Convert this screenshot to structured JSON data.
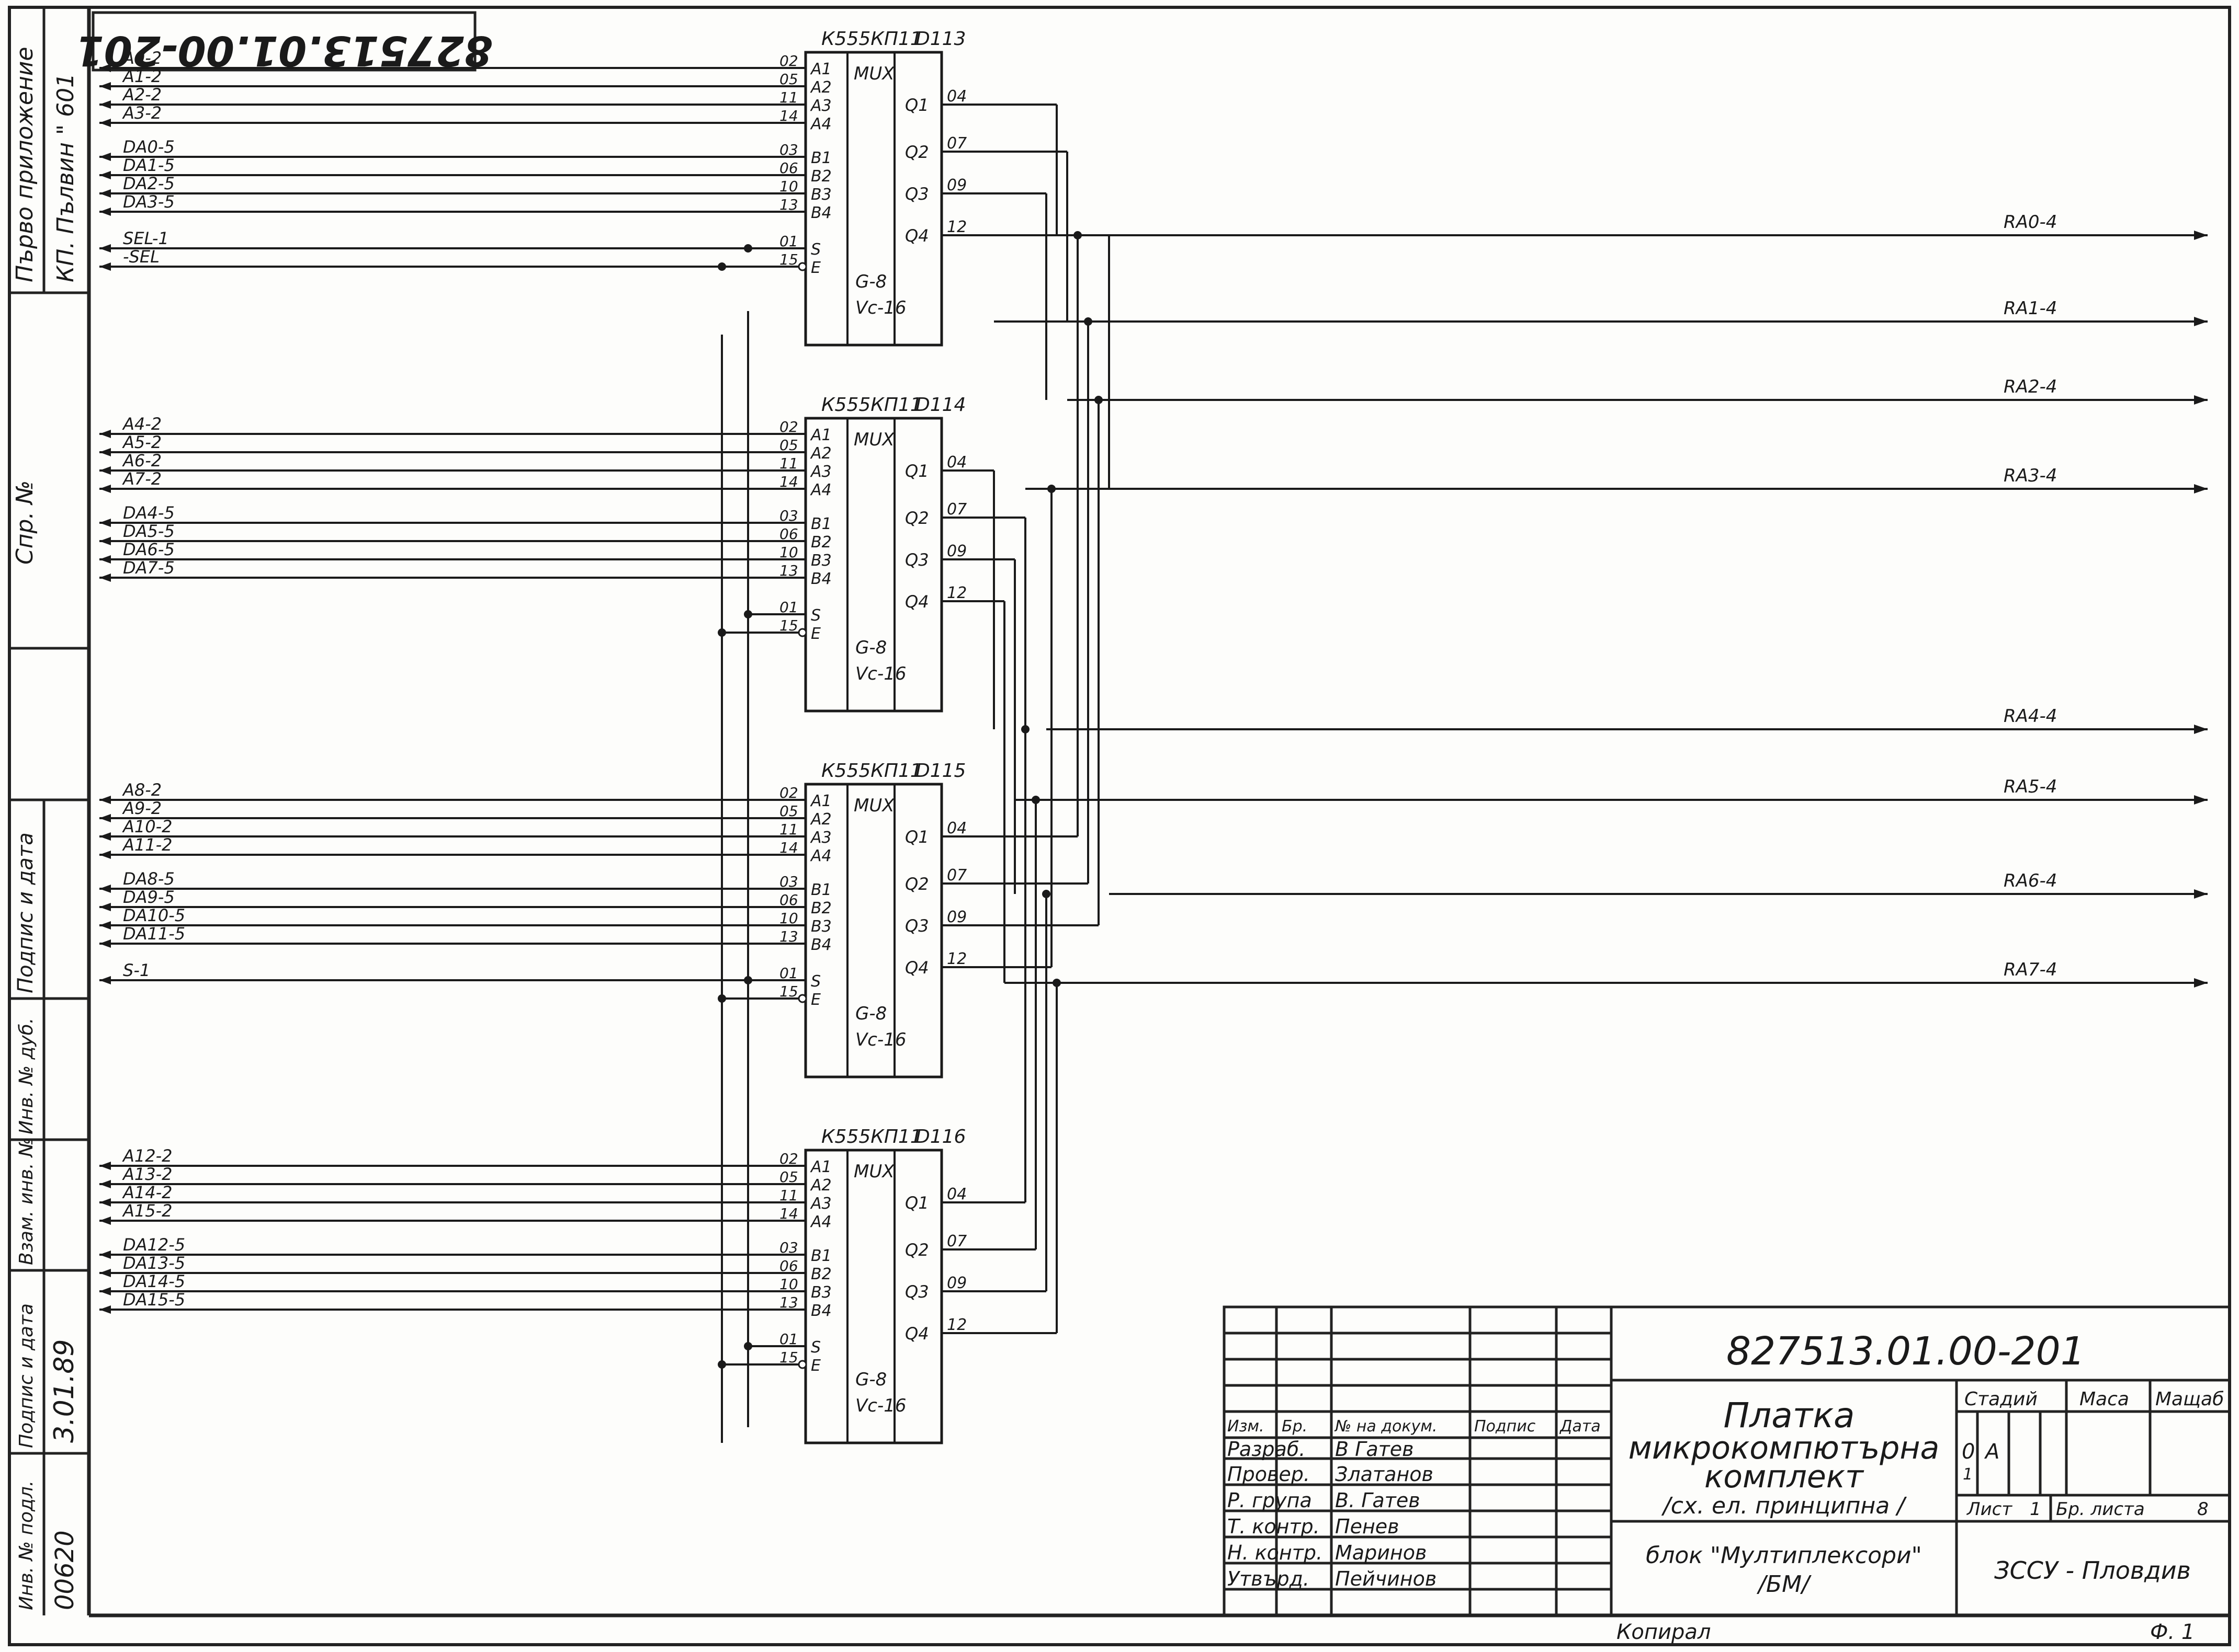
{
  "stamp": {
    "code_upside": "827513.01.00-201"
  },
  "side_strip": {
    "first_use": "Първо приложение",
    "first_use_value": "КП. Пълвин \" 601",
    "ref_no": "Спр. №",
    "sign_date": "Подпис и дата",
    "inv_no": "Инв. № дуб.",
    "replace_inv": "Взам. инв. №",
    "sign_date2": "Подпис и дата",
    "sign_date2_value": "3.01.89",
    "inv_orig": "Инв. № подл.",
    "inv_orig_value": "00620"
  },
  "chips": [
    {
      "type": "К555КП11",
      "ref": "D113",
      "func": "MUX",
      "inputs": [
        {
          "pin": "02",
          "name": "A1",
          "net": "A0-2"
        },
        {
          "pin": "05",
          "name": "A2",
          "net": "A1-2"
        },
        {
          "pin": "11",
          "name": "A3",
          "net": "A2-2"
        },
        {
          "pin": "14",
          "name": "A4",
          "net": "A3-2"
        },
        {
          "pin": "03",
          "name": "B1",
          "net": "DA0-5"
        },
        {
          "pin": "06",
          "name": "B2",
          "net": "DA1-5"
        },
        {
          "pin": "10",
          "name": "B3",
          "net": "DA2-5"
        },
        {
          "pin": "13",
          "name": "B4",
          "net": "DA3-5"
        },
        {
          "pin": "01",
          "name": "S",
          "net": "SEL-1"
        },
        {
          "pin": "15",
          "name": "E",
          "net": "-SEL"
        }
      ],
      "outputs": [
        {
          "pin": "04",
          "name": "Q1"
        },
        {
          "pin": "07",
          "name": "Q2"
        },
        {
          "pin": "09",
          "name": "Q3"
        },
        {
          "pin": "12",
          "name": "Q4"
        }
      ],
      "power": [
        "G-8",
        "Vc-16"
      ]
    },
    {
      "type": "К555КП11",
      "ref": "D114",
      "func": "MUX",
      "inputs": [
        {
          "pin": "02",
          "name": "A1",
          "net": "A4-2"
        },
        {
          "pin": "05",
          "name": "A2",
          "net": "A5-2"
        },
        {
          "pin": "11",
          "name": "A3",
          "net": "A6-2"
        },
        {
          "pin": "14",
          "name": "A4",
          "net": "A7-2"
        },
        {
          "pin": "03",
          "name": "B1",
          "net": "DA4-5"
        },
        {
          "pin": "06",
          "name": "B2",
          "net": "DA5-5"
        },
        {
          "pin": "10",
          "name": "B3",
          "net": "DA6-5"
        },
        {
          "pin": "13",
          "name": "B4",
          "net": "DA7-5"
        },
        {
          "pin": "01",
          "name": "S",
          "net": ""
        },
        {
          "pin": "15",
          "name": "E",
          "net": ""
        }
      ],
      "outputs": [
        {
          "pin": "04",
          "name": "Q1"
        },
        {
          "pin": "07",
          "name": "Q2"
        },
        {
          "pin": "09",
          "name": "Q3"
        },
        {
          "pin": "12",
          "name": "Q4"
        }
      ],
      "power": [
        "G-8",
        "Vc-16"
      ]
    },
    {
      "type": "К555КП11",
      "ref": "D115",
      "func": "MUX",
      "inputs": [
        {
          "pin": "02",
          "name": "A1",
          "net": "A8-2"
        },
        {
          "pin": "05",
          "name": "A2",
          "net": "A9-2"
        },
        {
          "pin": "11",
          "name": "A3",
          "net": "A10-2"
        },
        {
          "pin": "14",
          "name": "A4",
          "net": "A11-2"
        },
        {
          "pin": "03",
          "name": "B1",
          "net": "DA8-5"
        },
        {
          "pin": "06",
          "name": "B2",
          "net": "DA9-5"
        },
        {
          "pin": "10",
          "name": "B3",
          "net": "DA10-5"
        },
        {
          "pin": "13",
          "name": "B4",
          "net": "DA11-5"
        },
        {
          "pin": "01",
          "name": "S",
          "net": "S-1"
        },
        {
          "pin": "15",
          "name": "E",
          "net": ""
        }
      ],
      "outputs": [
        {
          "pin": "04",
          "name": "Q1"
        },
        {
          "pin": "07",
          "name": "Q2"
        },
        {
          "pin": "09",
          "name": "Q3"
        },
        {
          "pin": "12",
          "name": "Q4"
        }
      ],
      "power": [
        "G-8",
        "Vc-16"
      ]
    },
    {
      "type": "К555КП11",
      "ref": "D116",
      "func": "MUX",
      "inputs": [
        {
          "pin": "02",
          "name": "A1",
          "net": "A12-2"
        },
        {
          "pin": "05",
          "name": "A2",
          "net": "A13-2"
        },
        {
          "pin": "11",
          "name": "A3",
          "net": "A14-2"
        },
        {
          "pin": "14",
          "name": "A4",
          "net": "A15-2"
        },
        {
          "pin": "03",
          "name": "B1",
          "net": "DA12-5"
        },
        {
          "pin": "06",
          "name": "B2",
          "net": "DA13-5"
        },
        {
          "pin": "10",
          "name": "B3",
          "net": "DA14-5"
        },
        {
          "pin": "13",
          "name": "B4",
          "net": "DA15-5"
        },
        {
          "pin": "01",
          "name": "S",
          "net": ""
        },
        {
          "pin": "15",
          "name": "E",
          "net": ""
        }
      ],
      "outputs": [
        {
          "pin": "04",
          "name": "Q1"
        },
        {
          "pin": "07",
          "name": "Q2"
        },
        {
          "pin": "09",
          "name": "Q3"
        },
        {
          "pin": "12",
          "name": "Q4"
        }
      ],
      "power": [
        "G-8",
        "Vc-16"
      ]
    }
  ],
  "outputs": [
    "RA0-4",
    "RA1-4",
    "RA2-4",
    "RA3-4",
    "RA4-4",
    "RA5-4",
    "RA6-4",
    "RA7-4"
  ],
  "title_block": {
    "doc_number": "827513.01.00-201",
    "title_lines": [
      "Платка",
      "микрокомпютърна",
      "комплект",
      "/сх. ел. принципна /"
    ],
    "block_name": [
      "блок \"Мултиплексори\"",
      "/БМ/"
    ],
    "org": "ЗССУ - Пловдив",
    "stage_header": "Стадий",
    "mass_header": "Маса",
    "scale_header": "Мащаб",
    "stage_vals": [
      "0",
      "1",
      "А"
    ],
    "sheet_label": "Лист",
    "sheet_value": "1",
    "sheets_label": "Бр. листа",
    "sheets_value": "8",
    "col_headers": [
      "Изм.",
      "Бр.",
      "№ на докум.",
      "Подпис",
      "Дата"
    ],
    "rows": [
      {
        "role": "Разраб.",
        "name": "В Гатев"
      },
      {
        "role": "Провер.",
        "name": "Златанов"
      },
      {
        "role": "Р. група",
        "name": "В. Гатев"
      },
      {
        "role": "Т. контр.",
        "name": "Пенев"
      },
      {
        "role": "Н. контр.",
        "name": "Маринов"
      },
      {
        "role": "Утвърд.",
        "name": "Пейчинов"
      }
    ],
    "copied": "Копирал",
    "format": "Ф. 1"
  }
}
